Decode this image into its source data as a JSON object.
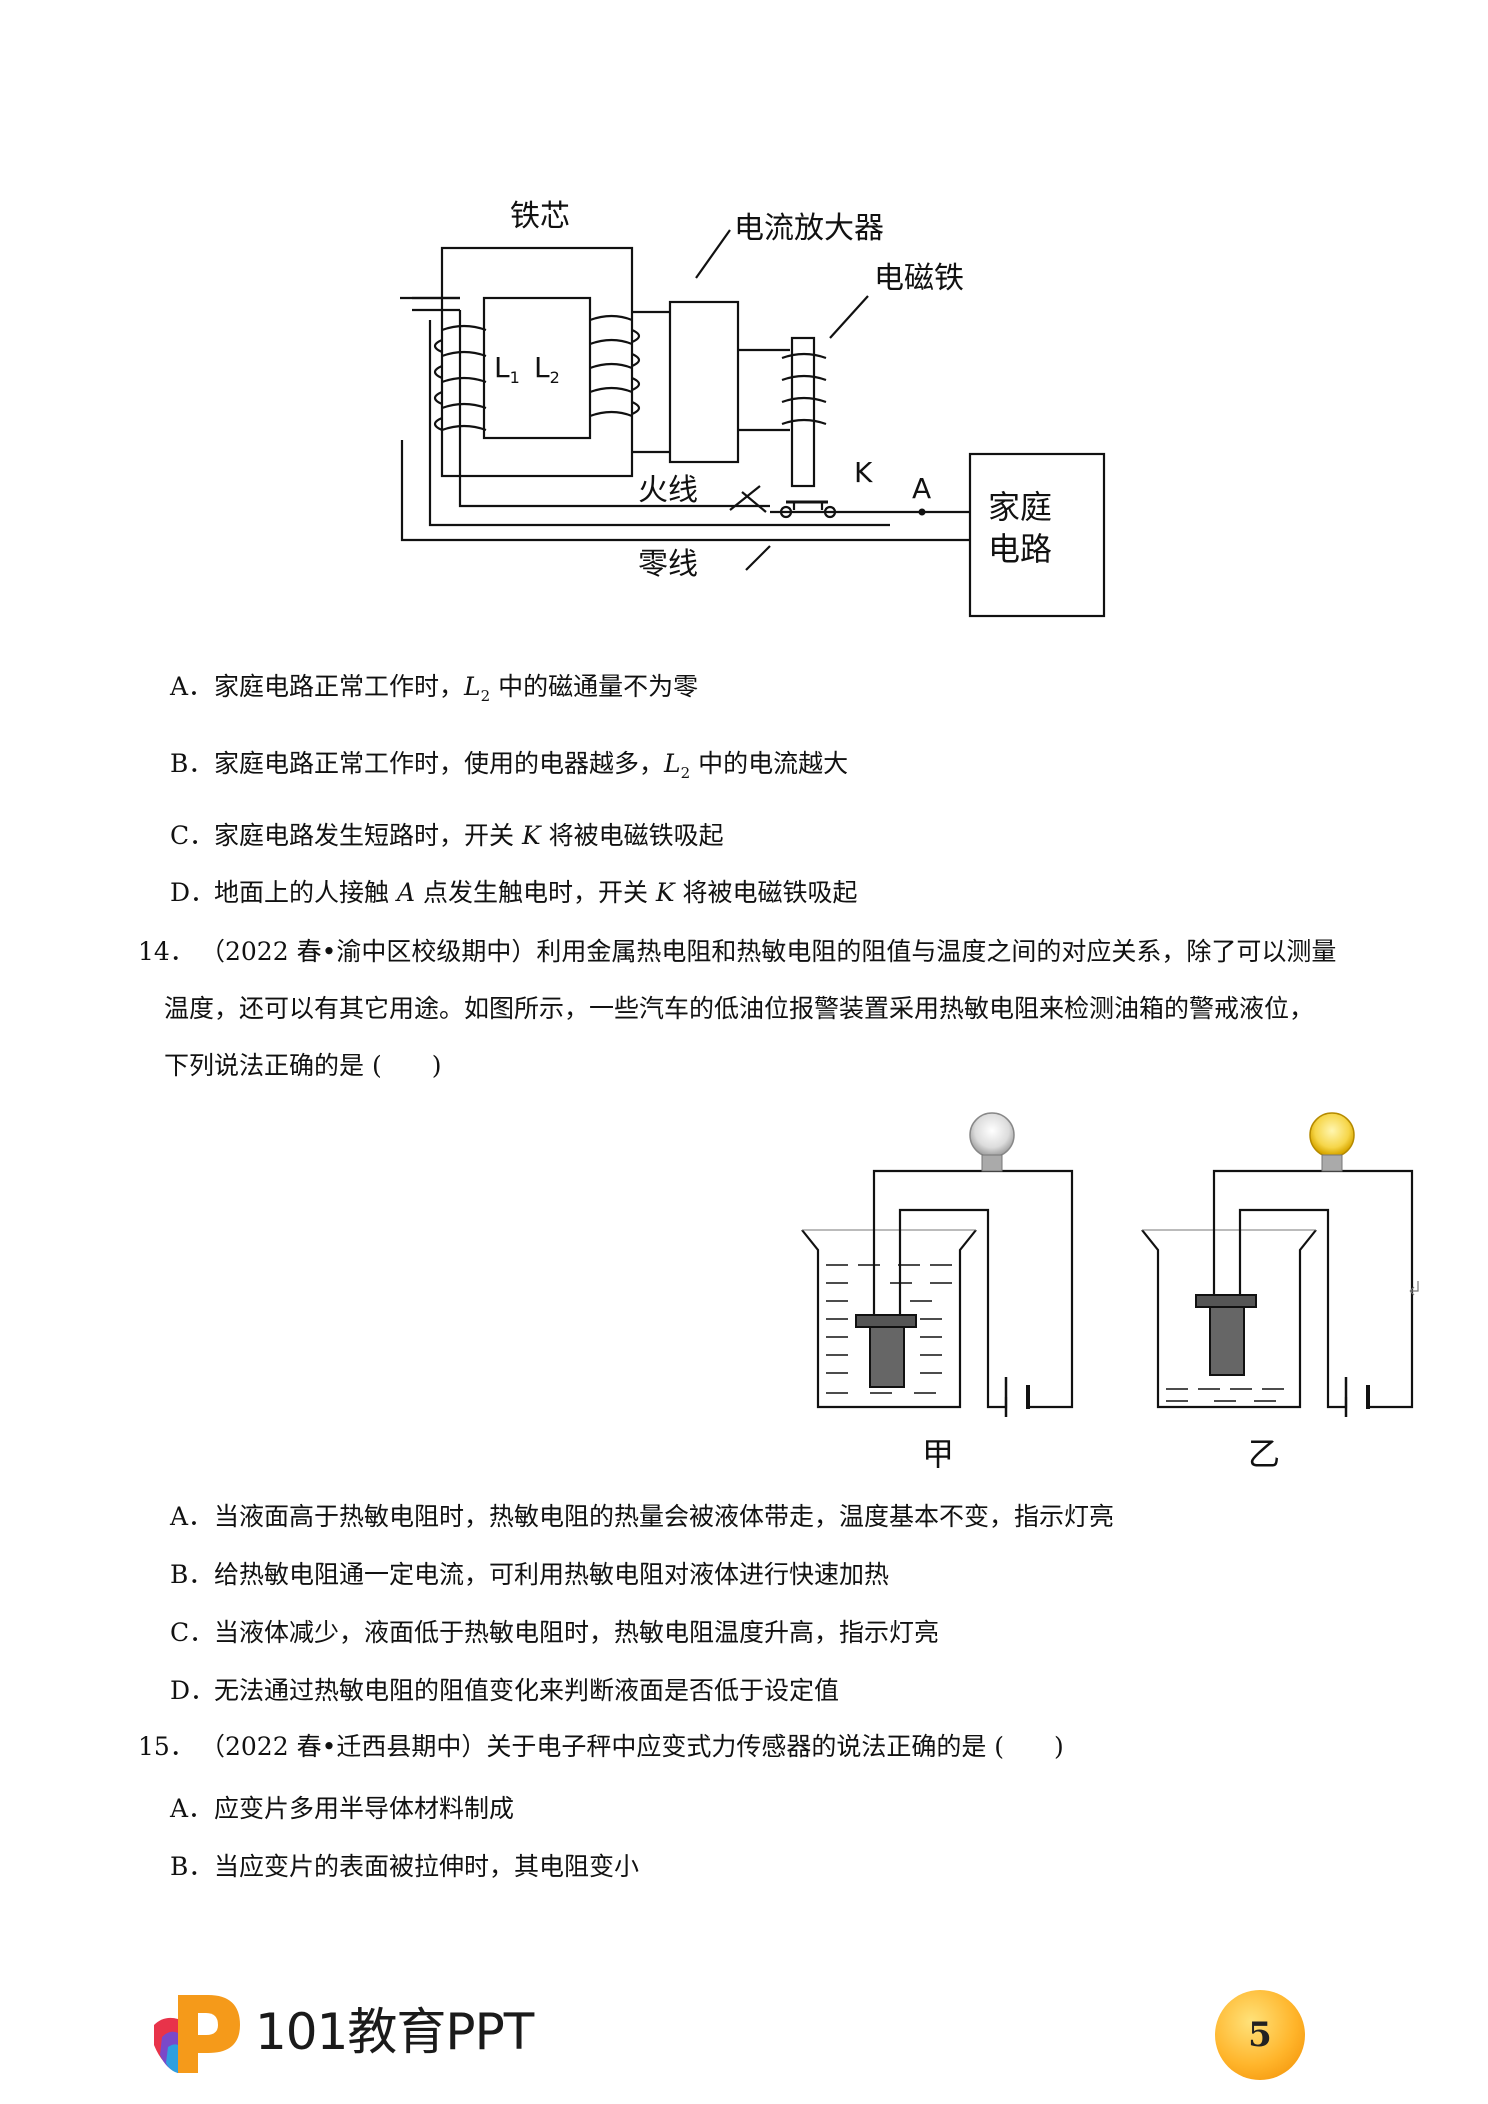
{
  "figure1": {
    "label_core": "铁芯",
    "label_amplifier": "电流放大器",
    "label_electromagnet": "电磁铁",
    "label_L1": "L",
    "label_L1_sub": "1",
    "label_L2": "L",
    "label_L2_sub": "2",
    "label_K": "K",
    "label_A": "A",
    "label_live": "火线",
    "label_neutral": "零线",
    "label_home_1": "家庭",
    "label_home_2": "电路"
  },
  "q13_options": [
    {
      "key": "A．",
      "pre": "家庭电路正常工作时，",
      "var": "L",
      "sub": "2",
      "post": " 中的磁通量不为零"
    },
    {
      "key": "B．",
      "pre": "家庭电路正常工作时，使用的电器越多，",
      "var": "L",
      "sub": "2",
      "post": " 中的电流越大"
    },
    {
      "key": "C．",
      "pre": "家庭电路发生短路时，开关 ",
      "var": "K",
      "post": " 将被电磁铁吸起"
    },
    {
      "key": "D．",
      "pre": "地面上的人接触 ",
      "var": "A",
      "mid": " 点发生触电时，开关 ",
      "var2": "K",
      "post": " 将被电磁铁吸起"
    }
  ],
  "q14": {
    "number": "14．",
    "line1": "（2022 春•渝中区校级期中）利用金属热电阻和热敏电阻的阻值与温度之间的对应关系，除了可以测量",
    "line2": "温度，还可以有其它用途。如图所示，一些汽车的低油位报警装置采用热敏电阻来检测油箱的警戒液位，",
    "line3": "下列说法正确的是 (　　)",
    "fig_label_left": "甲",
    "fig_label_right": "乙",
    "options": [
      {
        "key": "A．",
        "text": "当液面高于热敏电阻时，热敏电阻的热量会被液体带走，温度基本不变，指示灯亮"
      },
      {
        "key": "B．",
        "text": "给热敏电阻通一定电流，可利用热敏电阻对液体进行快速加热"
      },
      {
        "key": "C．",
        "text": "当液体减少，液面低于热敏电阻时，热敏电阻温度升高，指示灯亮"
      },
      {
        "key": "D．",
        "text": "无法通过热敏电阻的阻值变化来判断液面是否低于设定值"
      }
    ]
  },
  "q15": {
    "number": "15．",
    "line1": "（2022 春•迁西县期中）关于电子秤中应变式力传感器的说法正确的是 (　　)",
    "options": [
      {
        "key": "A．",
        "text": "应变片多用半导体材料制成"
      },
      {
        "key": "B．",
        "text": "当应变片的表面被拉伸时，其电阻变小"
      }
    ]
  },
  "footer": {
    "brand": "101教育PPT",
    "page_number": "5"
  }
}
